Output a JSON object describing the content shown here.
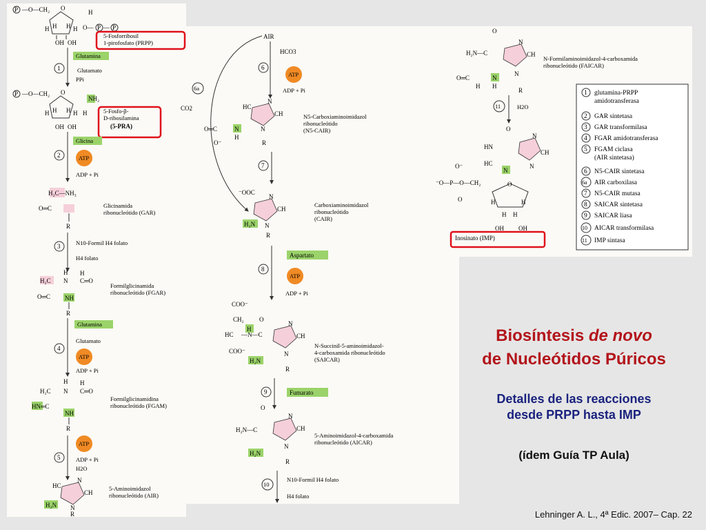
{
  "prpp": {
    "line1": "5-Fosforribosil",
    "line2": "1-pirofosfato (PRPP)"
  },
  "pra": {
    "line1": "5-Fosfo-β-",
    "line2": "D-ribosilamina",
    "tag": "(5-PRA)"
  },
  "gar": {
    "line1": "Glicinamida",
    "line2": "ribonucleótido (GAR)"
  },
  "fgar": {
    "line1": "Formilglicinamida",
    "line2": "ribonucleótido (FGAR)"
  },
  "fgam": {
    "line1": "Formilglicinamidina",
    "line2": "ribonucleótido (FGAM)"
  },
  "air": {
    "line1": "5-Aminoimidazol",
    "line2": "ribonucleótido (AIR)",
    "short": "AIR"
  },
  "ncair": {
    "line1": "N5-Carboxiaminoimidazol",
    "line2": "ribonucleótido",
    "line3": "(N5-CAIR)"
  },
  "cair": {
    "line1": "Carboxiaminoimidazol",
    "line2": "ribonucleótido",
    "line3": "(CAIR)"
  },
  "saicar": {
    "line1": "N-Succinil-5-aminoimidazol-",
    "line2": "4-carboxamida ribonucleótido",
    "line3": "(SAICAR)"
  },
  "aicar": {
    "line1": "5-Aminoimidazol-4-carboxamida",
    "line2": "ribonucleótido (AICAR)"
  },
  "faicar": {
    "line1": "N-Formilaminoimidazol-4-carboxamida",
    "line2": "ribonucleótido (FAICAR)"
  },
  "imp": {
    "label": "Inosinato (IMP)"
  },
  "reagents": {
    "glutamina": "Glutamina",
    "glutamato": "Glutamato",
    "ppi": "PPi",
    "glicina": "Glicina",
    "atp": "ATP",
    "adp_pi": "ADP + Pi",
    "formil_thf": "N10-Formil H4 folato",
    "thf": "H4 folato",
    "h2o": "H2O",
    "hco3": "HCO3",
    "co2": "CO2",
    "aspartato": "Aspartato",
    "fumarato": "Fumarato"
  },
  "steps": [
    "1",
    "2",
    "3",
    "4",
    "5",
    "6",
    "7",
    "8",
    "9",
    "10",
    "11",
    "6a"
  ],
  "enzymes": [
    {
      "num": "1",
      "name": "glutamina-PRPP",
      "name2": "amidotransferasa"
    },
    {
      "num": "2",
      "name": "GAR sintetasa"
    },
    {
      "num": "3",
      "name": "GAR transformilasa"
    },
    {
      "num": "4",
      "name": "FGAR amidotransferasa"
    },
    {
      "num": "5",
      "name": "FGAM ciclasa",
      "name2": "(AIR sintetasa)"
    },
    {
      "num": "6",
      "name": "N5-CAIR sintetasa"
    },
    {
      "num": "6a",
      "name": "AIR carboxilasa"
    },
    {
      "num": "7",
      "name": "N5-CAIR mutasa"
    },
    {
      "num": "8",
      "name": "SAICAR sintetasa"
    },
    {
      "num": "9",
      "name": "SAICAR liasa"
    },
    {
      "num": "10",
      "name": "AICAR transformilasa"
    },
    {
      "num": "11",
      "name": "IMP sintasa"
    }
  ],
  "headline": {
    "title_line1_a": "Biosíntesis ",
    "title_line1_b": "de novo",
    "title_line2": "de Nucleótidos Púricos",
    "subtitle_line1": "Detalles de las reacciones",
    "subtitle_line2": "desde PRPP hasta IMP",
    "note": "(ídem Guía TP Aula)"
  },
  "citation": "Lehninger A. L., 4ª Edic. 2007– Cap. 22",
  "colors": {
    "highlight_red": "#e0101a",
    "title_red": "#b3141b",
    "subtitle_blue": "#1a237e",
    "green_box": "#9bd36a",
    "atp_orange": "#f08a24",
    "pink": "#f5cfd9"
  }
}
